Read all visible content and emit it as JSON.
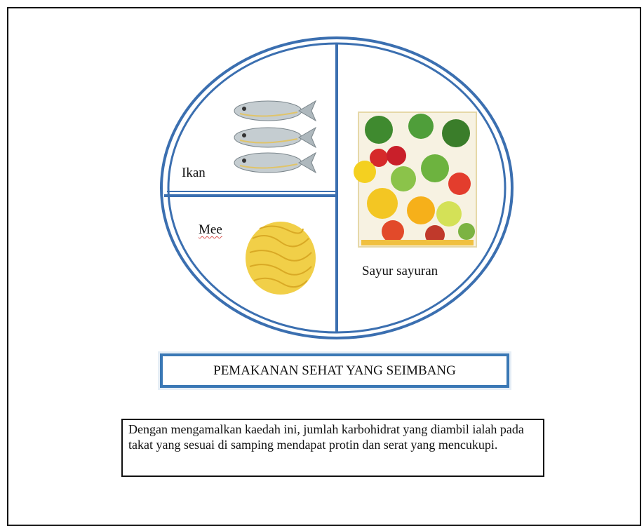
{
  "plate": {
    "sections": [
      {
        "id": "ikan",
        "label": "Ikan"
      },
      {
        "id": "mee",
        "label": "Mee"
      },
      {
        "id": "sayur",
        "label": "Sayur sayuran"
      }
    ],
    "colors": {
      "rim": "#3b6fb0",
      "fish": "#b9c2c7",
      "noodle": "#f2d04a"
    }
  },
  "title": "PEMAKANAN SEHAT YANG SEIMBANG",
  "description": "Dengan mengamalkan kaedah ini, jumlah karbohidrat yang diambil ialah pada takat yang sesuai di samping mendapat protin dan serat yang mencukupi."
}
